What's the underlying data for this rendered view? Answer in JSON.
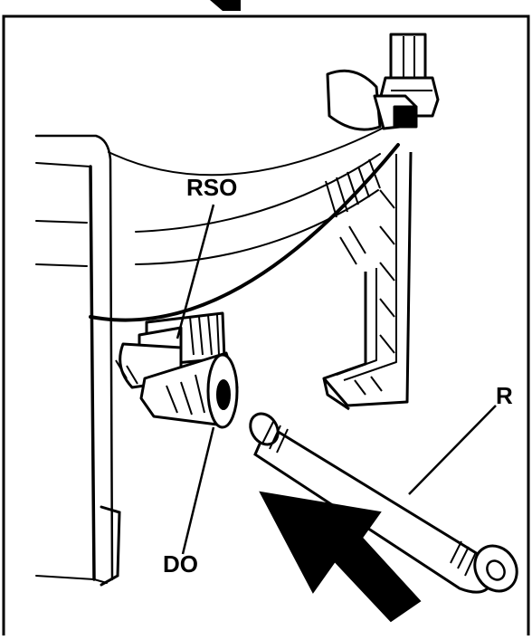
{
  "labels": {
    "rso": "RSO",
    "do": "DO",
    "r": "R"
  },
  "colors": {
    "ink": "#000000",
    "paper": "#ffffff"
  }
}
